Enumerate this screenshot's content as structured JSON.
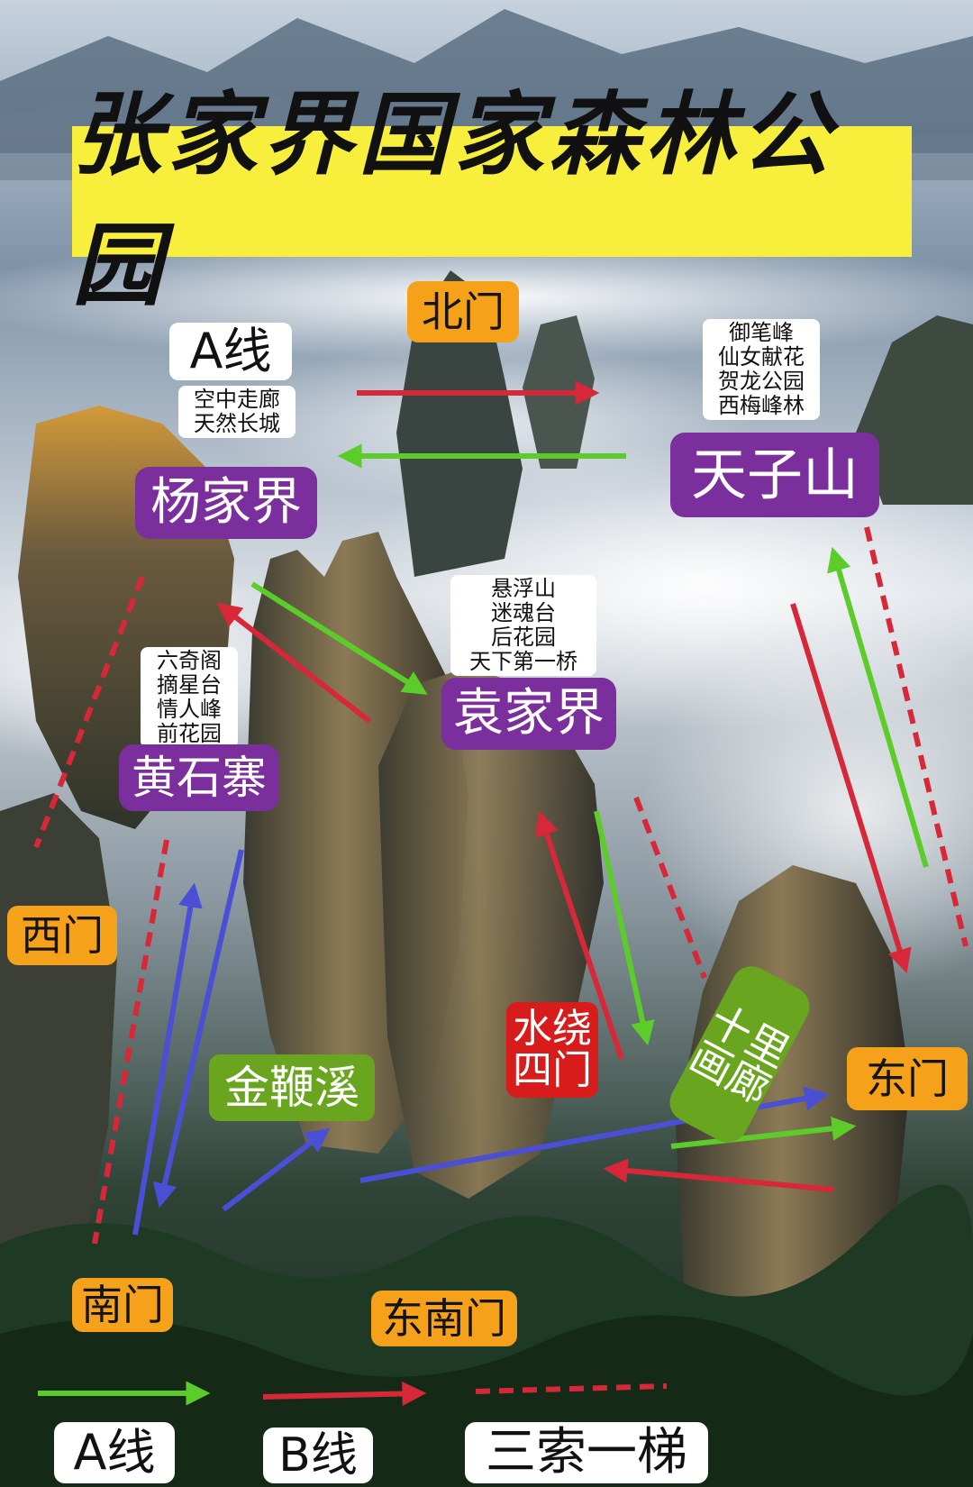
{
  "title": "张家界国家森林公园",
  "gates": {
    "north": "北门",
    "west": "西门",
    "east": "东门",
    "south": "南门",
    "southeast": "东南门"
  },
  "zones": {
    "yangjiajie": {
      "name": "杨家界",
      "route_tag": "A线",
      "spots": [
        "空中走廊",
        "天然长城"
      ]
    },
    "tianzishan": {
      "name": "天子山",
      "spots": [
        "御笔峰",
        "仙女献花",
        "贺龙公园",
        "西梅峰林"
      ]
    },
    "yuanjiajie": {
      "name": "袁家界",
      "spots": [
        "悬浮山",
        "迷魂台",
        "后花园",
        "天下第一桥"
      ]
    },
    "huangshizhai": {
      "name": "黄石寨",
      "spots": [
        "六奇阁",
        "摘星台",
        "情人峰",
        "前花园"
      ]
    },
    "jinbianxi": {
      "name": "金鞭溪"
    },
    "shuiraosimen": {
      "name": [
        "水绕",
        "四门"
      ]
    },
    "shiliguanlang": {
      "name": "十里画廊"
    }
  },
  "legend": {
    "a_line": "A线",
    "b_line": "B线",
    "cable": "三索一梯"
  },
  "colors": {
    "a_line": "#5ccc2a",
    "b_line": "#d7283a",
    "cable": "#d7283a",
    "walk": "#4a4fd6",
    "gate": "#f5a11a",
    "zone": "#7a2f9c",
    "banner": "#f8ef3d"
  }
}
